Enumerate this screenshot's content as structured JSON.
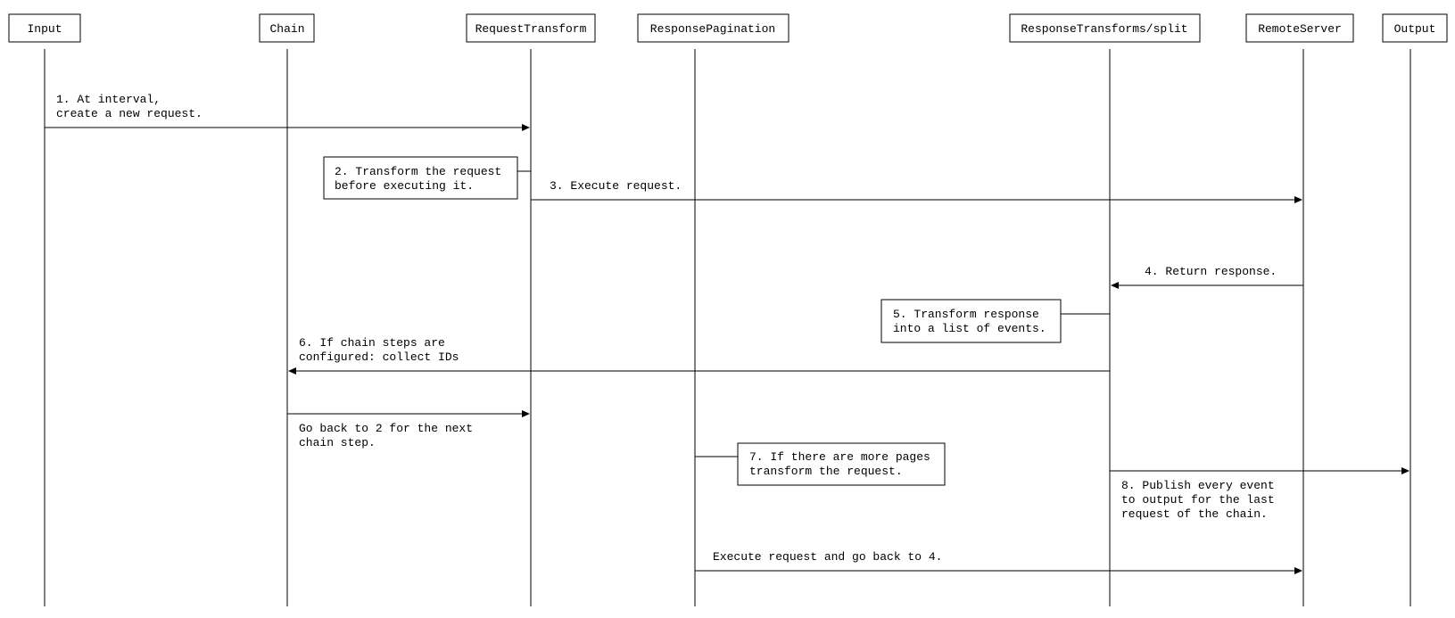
{
  "participants": {
    "input": "Input",
    "chain": "Chain",
    "request_transform": "RequestTransform",
    "response_pagination": "ResponsePagination",
    "response_split": "ResponseTransforms/split",
    "remote_server": "RemoteServer",
    "output": "Output"
  },
  "messages": {
    "m1": [
      "1. At interval,",
      "create a new request."
    ],
    "m3": [
      "3. Execute request."
    ],
    "m4": [
      "4. Return response."
    ],
    "m6": [
      "6. If chain steps are",
      "configured: collect IDs"
    ],
    "m_goback": [
      "Go back to 2 for the next",
      "chain step."
    ],
    "m8": [
      "8. Publish every event",
      "to output for the last",
      "request of the chain."
    ],
    "m_exec": [
      "Execute request and go back to 4."
    ]
  },
  "notes": {
    "n2": [
      "2. Transform the request",
      "before executing it."
    ],
    "n5": [
      "5. Transform response",
      "into a list of events."
    ],
    "n7": [
      "7. If there are more pages",
      "transform the request."
    ]
  }
}
